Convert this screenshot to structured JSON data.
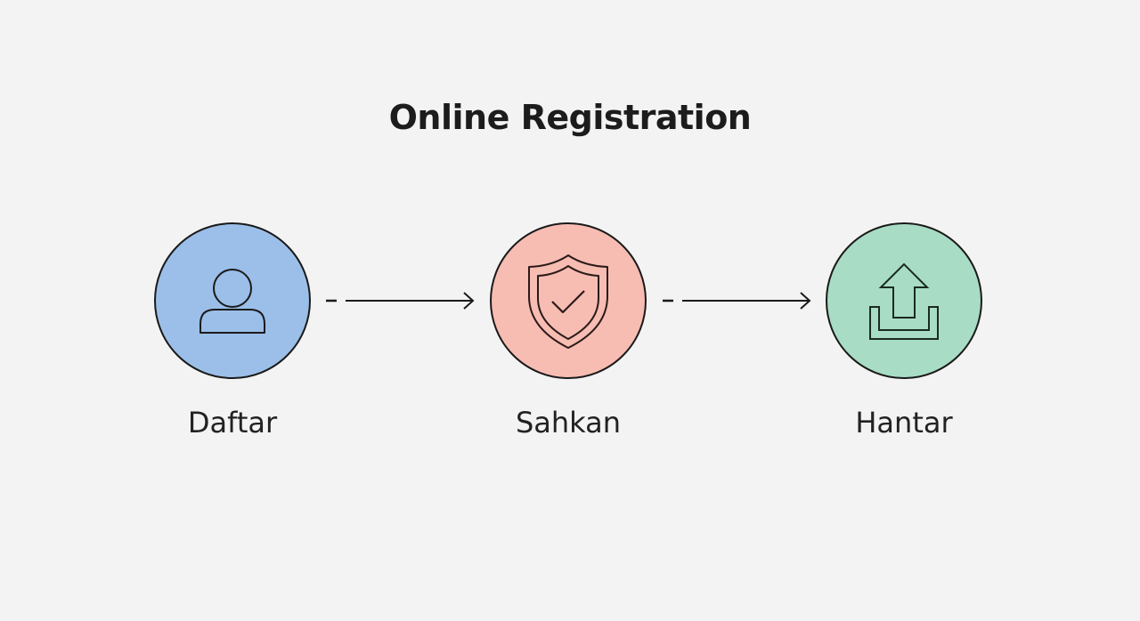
{
  "title": "Online Registration",
  "steps": [
    {
      "label": "Daftar",
      "icon": "user-icon",
      "color": "#9bbfe8"
    },
    {
      "label": "Sahkan",
      "icon": "shield-check-icon",
      "color": "#f7bcb2"
    },
    {
      "label": "Hantar",
      "icon": "upload-icon",
      "color": "#a8dcc5"
    }
  ],
  "connectors": [
    {
      "from": "Daftar",
      "to": "Sahkan",
      "style": "dash-then-arrow"
    },
    {
      "from": "Sahkan",
      "to": "Hantar",
      "style": "dash-then-arrow"
    }
  ]
}
